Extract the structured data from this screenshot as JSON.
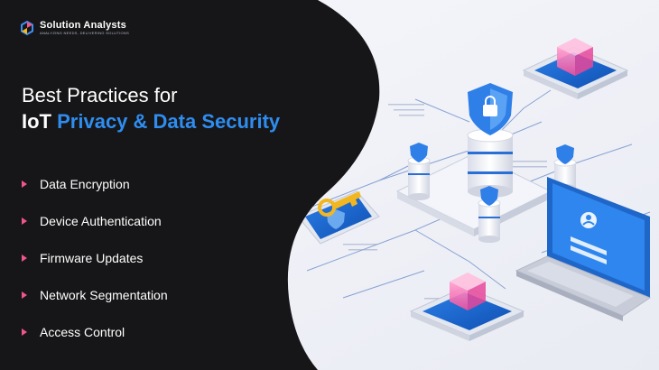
{
  "brand": {
    "name": "Solution Analysts",
    "tagline": "ANALYZING NEEDS, DELIVERING SOLUTIONS"
  },
  "heading": {
    "line1": "Best Practices for",
    "iot": "IoT",
    "highlight": "Privacy & Data Security"
  },
  "practices": [
    {
      "label": "Data Encryption"
    },
    {
      "label": "Device Authentication"
    },
    {
      "label": "Firmware Updates"
    },
    {
      "label": "Network Segmentation"
    },
    {
      "label": "Access Control"
    }
  ],
  "colors": {
    "dark_panel": "#161618",
    "accent_blue": "#2f8df0",
    "bullet_pink": "#f0568a",
    "device_blue": "#1f6fd1",
    "cube_pink": "#f56eb0"
  },
  "icons": [
    "logo-mark-icon",
    "shield-lock-icon",
    "key-icon",
    "user-avatar-icon",
    "laptop-icon",
    "server-icon",
    "cube-icon"
  ]
}
